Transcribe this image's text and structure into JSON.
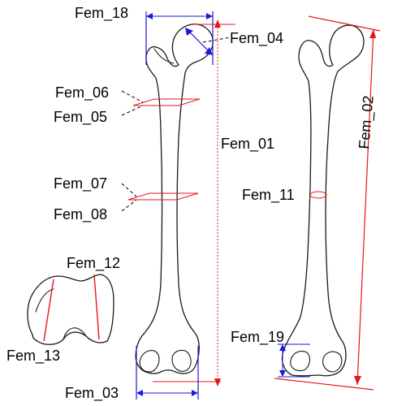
{
  "labels": {
    "fem_01": "Fem_01",
    "fem_02": "Fem_02",
    "fem_03": "Fem_03",
    "fem_04": "Fem_04",
    "fem_05": "Fem_05",
    "fem_06": "Fem_06",
    "fem_07": "Fem_07",
    "fem_08": "Fem_08",
    "fem_11": "Fem_11",
    "fem_12": "Fem_12",
    "fem_13": "Fem_13",
    "fem_18": "Fem_18",
    "fem_19": "Fem_19"
  },
  "colors": {
    "measurement_red": "#e8141c",
    "measurement_blue": "#1a1adc",
    "outline": "#1a1a1a",
    "text": "#000000"
  }
}
